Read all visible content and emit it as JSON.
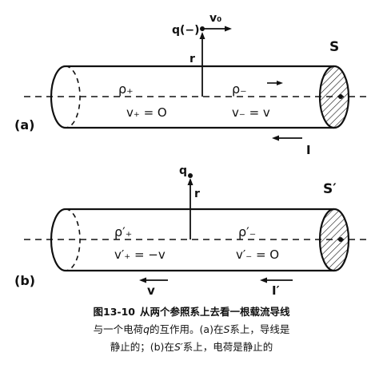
{
  "panel_a": {
    "tag": "(a)",
    "frame": "S",
    "charge": "q(−)",
    "velocity_q": "v₀",
    "radius": "r",
    "rho_plus": "ρ₊",
    "v_plus": "v₊ = O",
    "rho_minus": "ρ₋",
    "v_minus": "v₋ = v",
    "current": "I"
  },
  "panel_b": {
    "tag": "(b)",
    "frame": "S′",
    "charge": "q",
    "radius": "r",
    "rho_plus": "ρ′₊",
    "v_plus": "v′₊ = −v",
    "rho_minus": "ρ′₋",
    "v_minus": "v′₋ = O",
    "velocity": "v",
    "current": "I′"
  },
  "caption": {
    "figure_no": "图13-10",
    "line1": "从两个参照系上去看一根载流导线",
    "line2_a": "与一个电荷",
    "line2_q": "q",
    "line2_b": "的互作用。(a)在",
    "line2_S": "S",
    "line2_c": "系上，导线是",
    "line3_a": "静止的；(b)在",
    "line3_S": "S′",
    "line3_b": "系上，电荷是静止的"
  }
}
